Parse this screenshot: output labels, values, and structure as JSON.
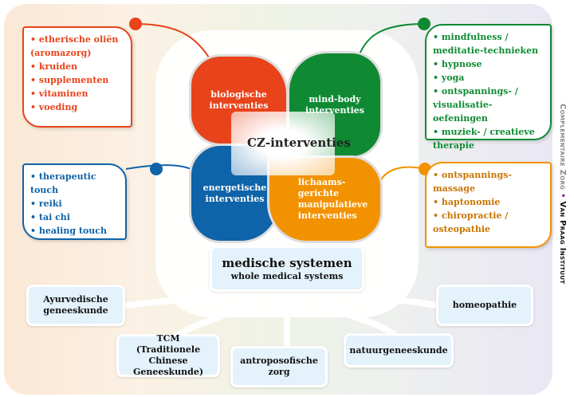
{
  "center": "CZ-interventies",
  "categories": [
    {
      "label_lines": [
        "biologische",
        "interventies"
      ],
      "color": "#e8431a",
      "items": [
        "etherische oliën (aromazorg)",
        "kruiden",
        "supplementen",
        "vitaminen",
        "voeding"
      ]
    },
    {
      "label_lines": [
        "mind-body",
        "interventies"
      ],
      "color": "#0f8a33",
      "items": [
        "mindfulness / meditatie-technieken",
        "hypnose",
        "yoga",
        "ontspannings- / visualisatie-oefeningen",
        "muziek- / creatieve therapie"
      ]
    },
    {
      "label_lines": [
        "energetische",
        "interventies"
      ],
      "color": "#0f63a8",
      "items": [
        "therapeutic touch",
        "reiki",
        "tai chi",
        "healing touch"
      ]
    },
    {
      "label_lines": [
        "lichaams-",
        "gerichte",
        "manipulatieve",
        "interventies"
      ],
      "color": "#f39200",
      "items": [
        "ontspannings-massage",
        "haptonomie",
        "chiropractie / osteopathie"
      ]
    }
  ],
  "systems": {
    "title": "medische systemen",
    "subtitle": "whole medical systems",
    "items": [
      "Ayurvedische geneeskunde",
      "TCM (Traditionele Chinese Geneeskunde)",
      "antroposofische zorg",
      "natuurgeneeskunde",
      "homeopathie"
    ]
  },
  "side": {
    "part1": "Complementaire Zorg",
    "separator": "•",
    "part2": "Van Praag Instituut"
  }
}
